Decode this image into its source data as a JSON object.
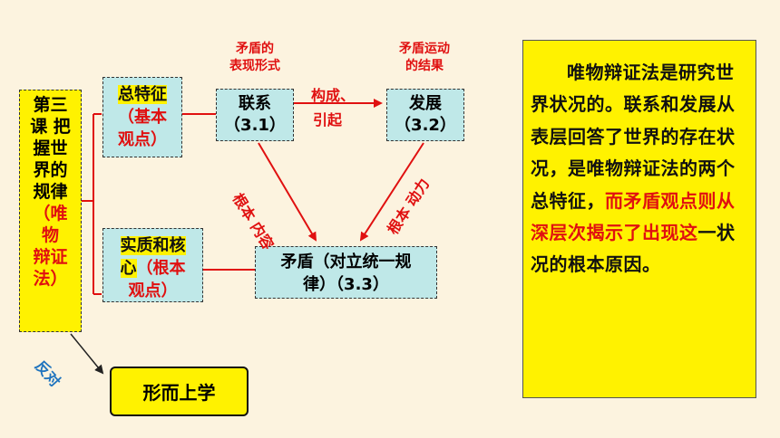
{
  "left_box": {
    "lines": [
      "第三",
      "课 把",
      "握世",
      "界的",
      "规律"
    ],
    "paren_lines": [
      "（唯",
      "物",
      "辩证",
      "法）"
    ]
  },
  "general_feature": {
    "title": "总特征",
    "sub1": "（基本",
    "sub2": "观点）"
  },
  "essence": {
    "title1": "实质和核",
    "title2": "心",
    "sub1": "（根本",
    "sub2": "观点）"
  },
  "connection": {
    "label": "联系",
    "section": "（3.1）"
  },
  "development": {
    "label": "发展",
    "section": "（3.2）"
  },
  "contradiction": {
    "line1": "矛盾（对立统一规",
    "line2": "律）（3.3）"
  },
  "annotations": {
    "form_line1": "矛盾的",
    "form_line2": "表现形式",
    "result_line1": "矛盾运动",
    "result_line2": "的结果"
  },
  "edge_labels": {
    "constitute": "构成、",
    "cause": "引起",
    "root_content": "根本 内容",
    "root_driver": "根本 动力",
    "oppose": "反对"
  },
  "metaphysics": {
    "label": "形而上学"
  },
  "summary": {
    "black_text": "唯物辩证法是研究世界状况的。联系和发展从表层回答了世界的存在状况，是唯物辩证法的两个总特征，",
    "red_text": "而矛盾观点则从深层次揭示了出现这",
    "black_text_end": "一状况的根本原因。"
  },
  "colors": {
    "background": "#FCF3DF",
    "highlight": "#FFF200",
    "box_fill": "#BFE8E8",
    "accent_red": "#E01010",
    "arrow_blue": "#1E73BE"
  }
}
